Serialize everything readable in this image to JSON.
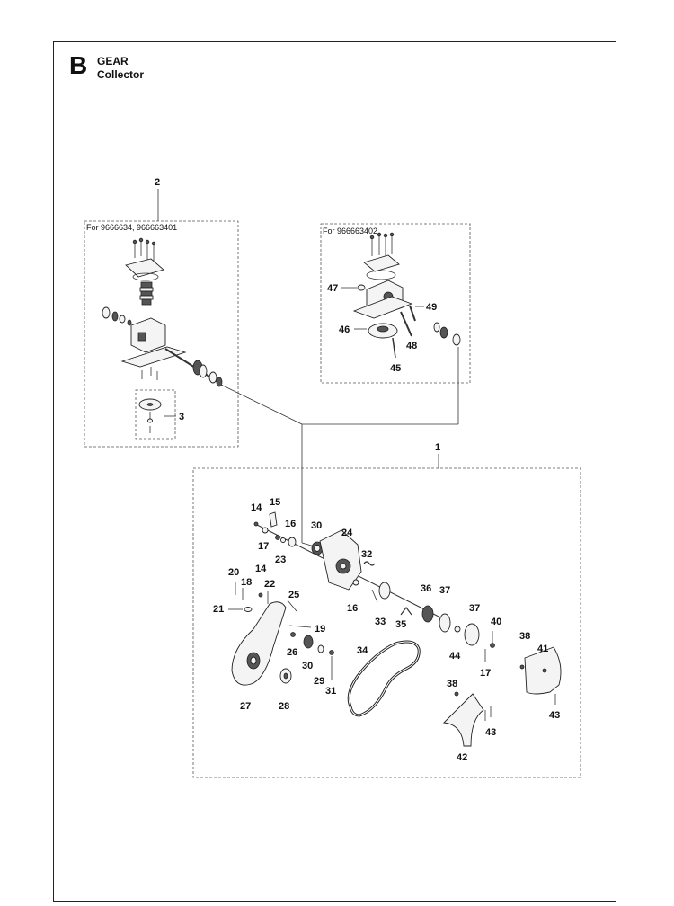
{
  "header": {
    "section_letter": "B",
    "title": "GEAR",
    "subtitle": "Collector"
  },
  "groups": {
    "group_2": {
      "label": "2",
      "note": "For 9666634, 966663401"
    },
    "group_3": {
      "label": "3"
    },
    "group_alt": {
      "note": "For 966663402"
    },
    "group_1": {
      "label": "1"
    }
  },
  "callouts": {
    "c47": "47",
    "c49": "49",
    "c46": "46",
    "c48": "48",
    "c45": "45",
    "c14a": "14",
    "c15": "15",
    "c16a": "16",
    "c30a": "30",
    "c24": "24",
    "c17a": "17",
    "c23": "23",
    "c32": "32",
    "c20": "20",
    "c18": "18",
    "c14b": "14",
    "c22": "22",
    "c25": "25",
    "c21": "21",
    "c19": "19",
    "c26": "26",
    "c30b": "30",
    "c29": "29",
    "c31": "31",
    "c16b": "16",
    "c33": "33",
    "c35": "35",
    "c36": "36",
    "c37a": "37",
    "c37b": "37",
    "c40": "40",
    "c44": "44",
    "c17b": "17",
    "c38a": "38",
    "c41": "41",
    "c43a": "43",
    "c34": "34",
    "c27": "27",
    "c28": "28",
    "c38b": "38",
    "c43b": "43",
    "c42": "42"
  }
}
